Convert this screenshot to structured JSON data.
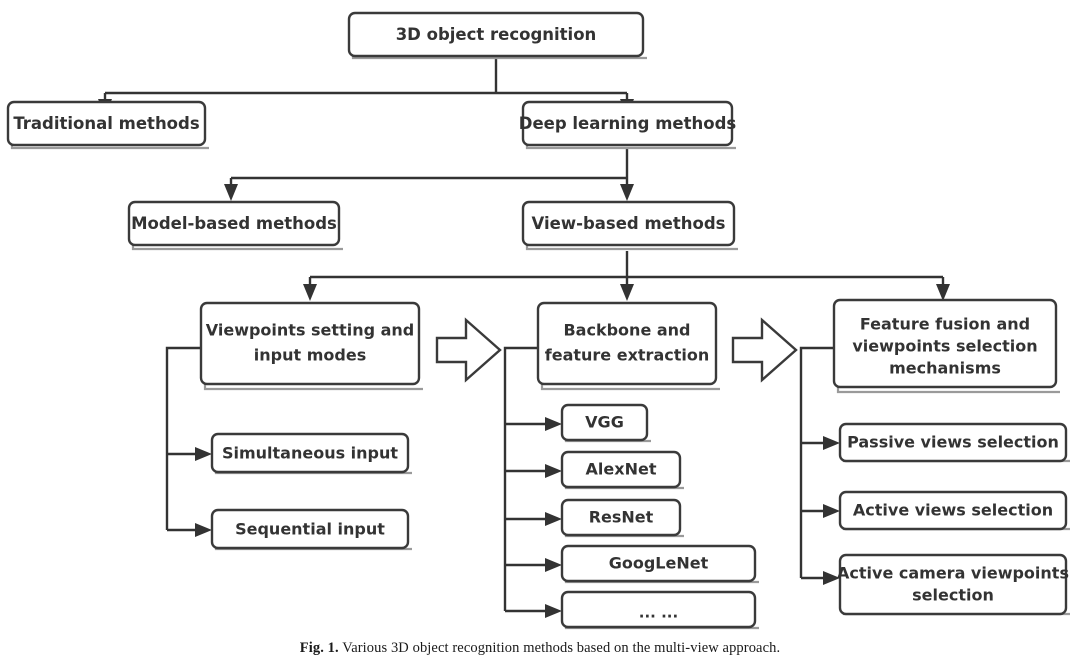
{
  "figure": {
    "caption_tag": "Fig. 1.",
    "caption_text": "Various 3D object recognition methods based on the multi-view approach.",
    "background_color": "#ffffff",
    "line_color": "#333333",
    "text_color": "#333333"
  },
  "nodes": {
    "root": {
      "label": "3D object recognition"
    },
    "level1": [
      {
        "label": "Traditional methods"
      },
      {
        "label": "Deep learning methods"
      }
    ],
    "level2": [
      {
        "label": "Model-based methods"
      },
      {
        "label": "View-based methods"
      }
    ],
    "stages": [
      {
        "line1": "Viewpoints setting and",
        "line2": "input modes",
        "line3": ""
      },
      {
        "line1": "Backbone and",
        "line2": "feature extraction",
        "line3": ""
      },
      {
        "line1": "Feature fusion and",
        "line2": "viewpoints selection",
        "line3": "mechanisms"
      }
    ],
    "input_modes": [
      {
        "label": "Simultaneous input"
      },
      {
        "label": "Sequential input"
      }
    ],
    "backbones": [
      {
        "label": "VGG"
      },
      {
        "label": "AlexNet"
      },
      {
        "label": "ResNet"
      },
      {
        "label": "GoogLeNet"
      },
      {
        "label": "... ..."
      }
    ],
    "selection_mechanisms": [
      {
        "label": "Passive views selection"
      },
      {
        "label": "Active views selection"
      },
      {
        "label": "Active camera viewpoints"
      },
      {
        "label": "selection"
      }
    ]
  },
  "connectors": {
    "stage_arrow_1_name": "block-arrow-viewpoints-to-backbone",
    "stage_arrow_2_name": "block-arrow-backbone-to-fusion"
  }
}
